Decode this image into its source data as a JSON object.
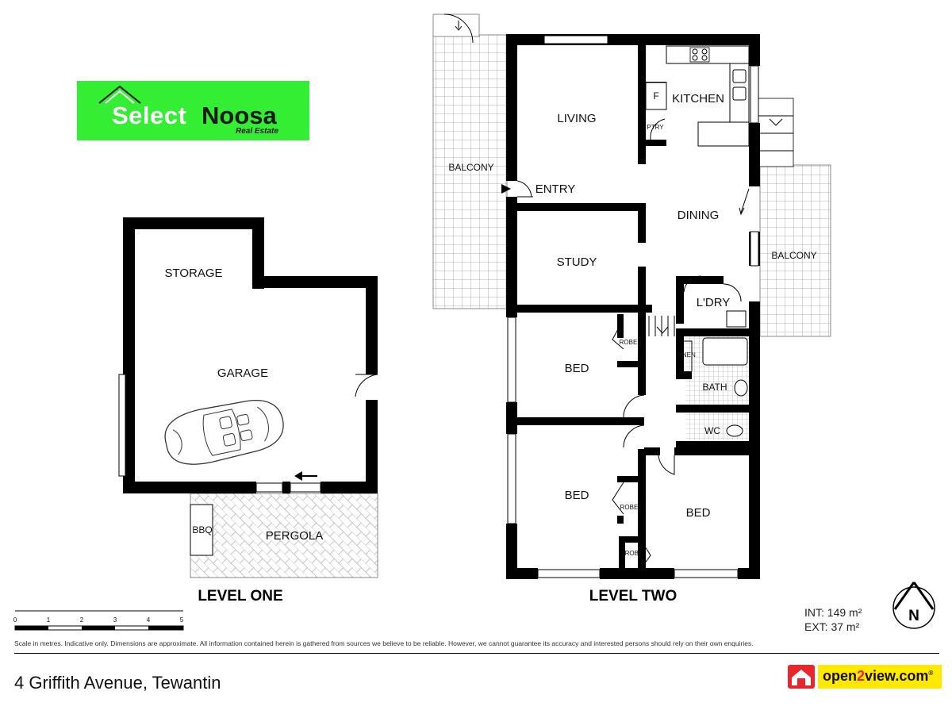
{
  "logo": {
    "brand_first": "Select",
    "brand_second": "Noosa",
    "tagline": "Real Estate",
    "color": "#33ee33"
  },
  "level_one": {
    "title": "LEVEL ONE",
    "rooms": {
      "storage": "STORAGE",
      "garage": "GARAGE",
      "pergola": "PERGOLA",
      "bbq": "BBQ"
    }
  },
  "level_two": {
    "title": "LEVEL TWO",
    "rooms": {
      "living": "LIVING",
      "kitchen": "KITCHEN",
      "fridge": "F",
      "pantry": "PTRY",
      "balcony_left": "BALCONY",
      "entry": "ENTRY",
      "dining": "DINING",
      "study": "STUDY",
      "balcony_right": "BALCONY",
      "laundry": "L'DRY",
      "bed_1": "BED",
      "robe_1": "ROBE",
      "linen": "LINEN",
      "bath": "BATH",
      "wc": "WC",
      "bed_2": "BED",
      "robe_2": "ROBE",
      "bed_3": "BED",
      "robe_3": "ROBE"
    }
  },
  "scale": {
    "ticks": [
      "0",
      "1",
      "2",
      "3",
      "4",
      "5"
    ]
  },
  "compass": {
    "north": "N"
  },
  "areas": {
    "internal": "INT: 149 m²",
    "external": "EXT: 37 m²"
  },
  "disclaimer": "Scale in metres. Indicative only. Dimensions are approximate. All information contained herein is gathered from sources we believe to be reliable. However, we cannot guarantee its accuracy and interested persons should rely on their own enquiries.",
  "address": "4 Griffith Avenue, Tewantin",
  "badge": {
    "part1": "open",
    "part2": "2",
    "part3": "view.com",
    "mark": "®",
    "red": "#e8262c",
    "yellow": "#ffe900"
  }
}
